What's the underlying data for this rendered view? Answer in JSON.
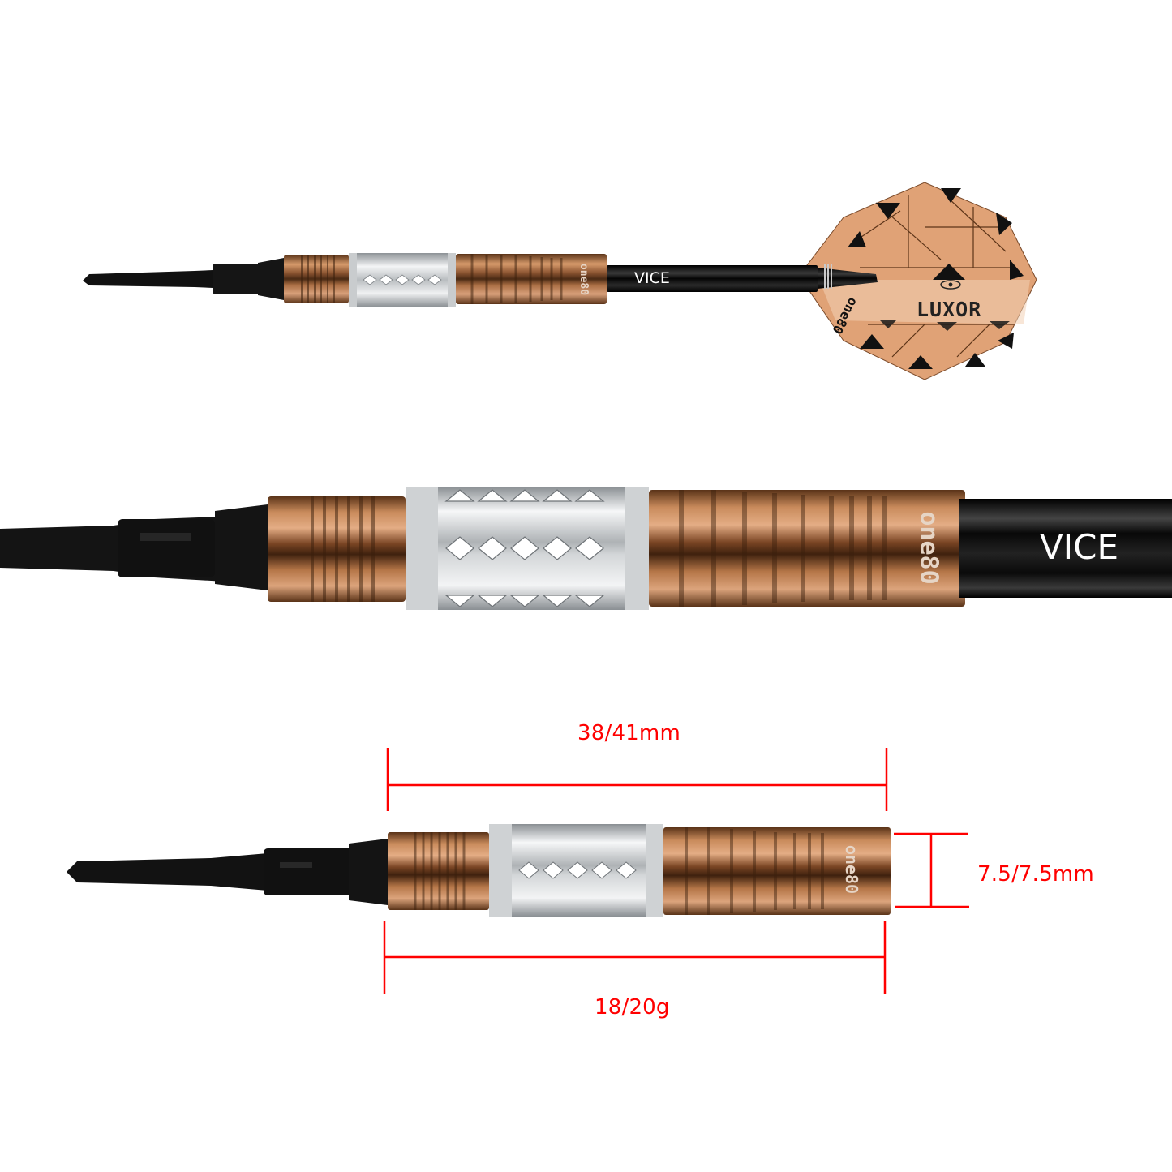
{
  "product": {
    "brand_shaft_text": "VICE",
    "brand_barrel_text": "one80",
    "flight_text": "LUXOR",
    "flight_brand_text": "one80"
  },
  "views": [
    {
      "name": "full-dart-view",
      "description": "Complete dart with tip, barrel, shaft and flight"
    },
    {
      "name": "barrel-closeup-view",
      "description": "Enlarged barrel with shaft"
    },
    {
      "name": "barrel-dimension-view",
      "description": "Barrel with tip and dimension annotations"
    }
  ],
  "dimensions": {
    "length_label": "38/41mm",
    "diameter_label": "7.5/7.5mm",
    "weight_label": "18/20g"
  },
  "colors": {
    "copper": "#b87a4b",
    "copper_dark": "#6b3f22",
    "silver": "#d6d8da",
    "black": "#111111",
    "annotation_red": "#ff0000",
    "flight_orange": "#e3a57a"
  }
}
